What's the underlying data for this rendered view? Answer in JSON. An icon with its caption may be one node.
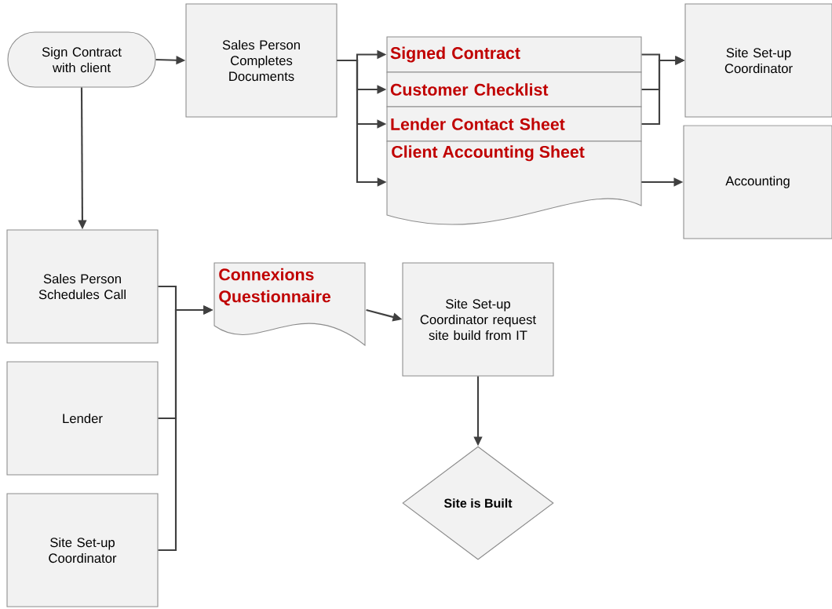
{
  "diagram": {
    "nodes": [
      {
        "text": [
          "Sign Contract with client"
        ]
      },
      {
        "text": [
          "Sales Person Completes Documents"
        ]
      },
      {
        "text": [
          "Signed Contract"
        ]
      },
      {
        "text": [
          "Customer Checklist"
        ]
      },
      {
        "text": [
          "Lender Contact Sheet"
        ]
      },
      {
        "text": [
          "Client Accounting Sheet"
        ]
      },
      {
        "text": [
          "Site Set-up Coordinator"
        ]
      },
      {
        "text": [
          "Accounting"
        ]
      },
      {
        "text": [
          "Sales Person Schedules Call"
        ]
      },
      {
        "text": [
          "Lender"
        ]
      },
      {
        "text": [
          "Site Set-up Coordinator"
        ]
      },
      {
        "text": [
          "Connexions Questionnaire"
        ]
      },
      {
        "text": [
          "Site Set-up Coordinator request site build from IT"
        ]
      },
      {
        "text": [
          "Site is Built"
        ]
      }
    ],
    "edges": [
      {
        "from": 0,
        "to": 1,
        "arrow": "to"
      },
      {
        "from": 0,
        "to": 8,
        "arrow": "to"
      },
      {
        "from": 1,
        "to": 2,
        "arrow": "to"
      },
      {
        "from": 1,
        "to": 3,
        "arrow": "to"
      },
      {
        "from": 1,
        "to": 4,
        "arrow": "to"
      },
      {
        "from": 1,
        "to": 5,
        "arrow": "to"
      },
      {
        "from": 2,
        "to": 6,
        "arrow": "to"
      },
      {
        "from": 3,
        "to": 6,
        "arrow": "to"
      },
      {
        "from": 4,
        "to": 6,
        "arrow": "to"
      },
      {
        "from": 5,
        "to": 7,
        "arrow": "to"
      },
      {
        "from": 8,
        "to": 11,
        "arrow": "to"
      },
      {
        "from": 9,
        "to": 11,
        "arrow": "to"
      },
      {
        "from": 10,
        "to": 11,
        "arrow": "to"
      },
      {
        "from": 11,
        "to": 12,
        "arrow": "to"
      },
      {
        "from": 12,
        "to": 13,
        "arrow": "to"
      }
    ]
  }
}
